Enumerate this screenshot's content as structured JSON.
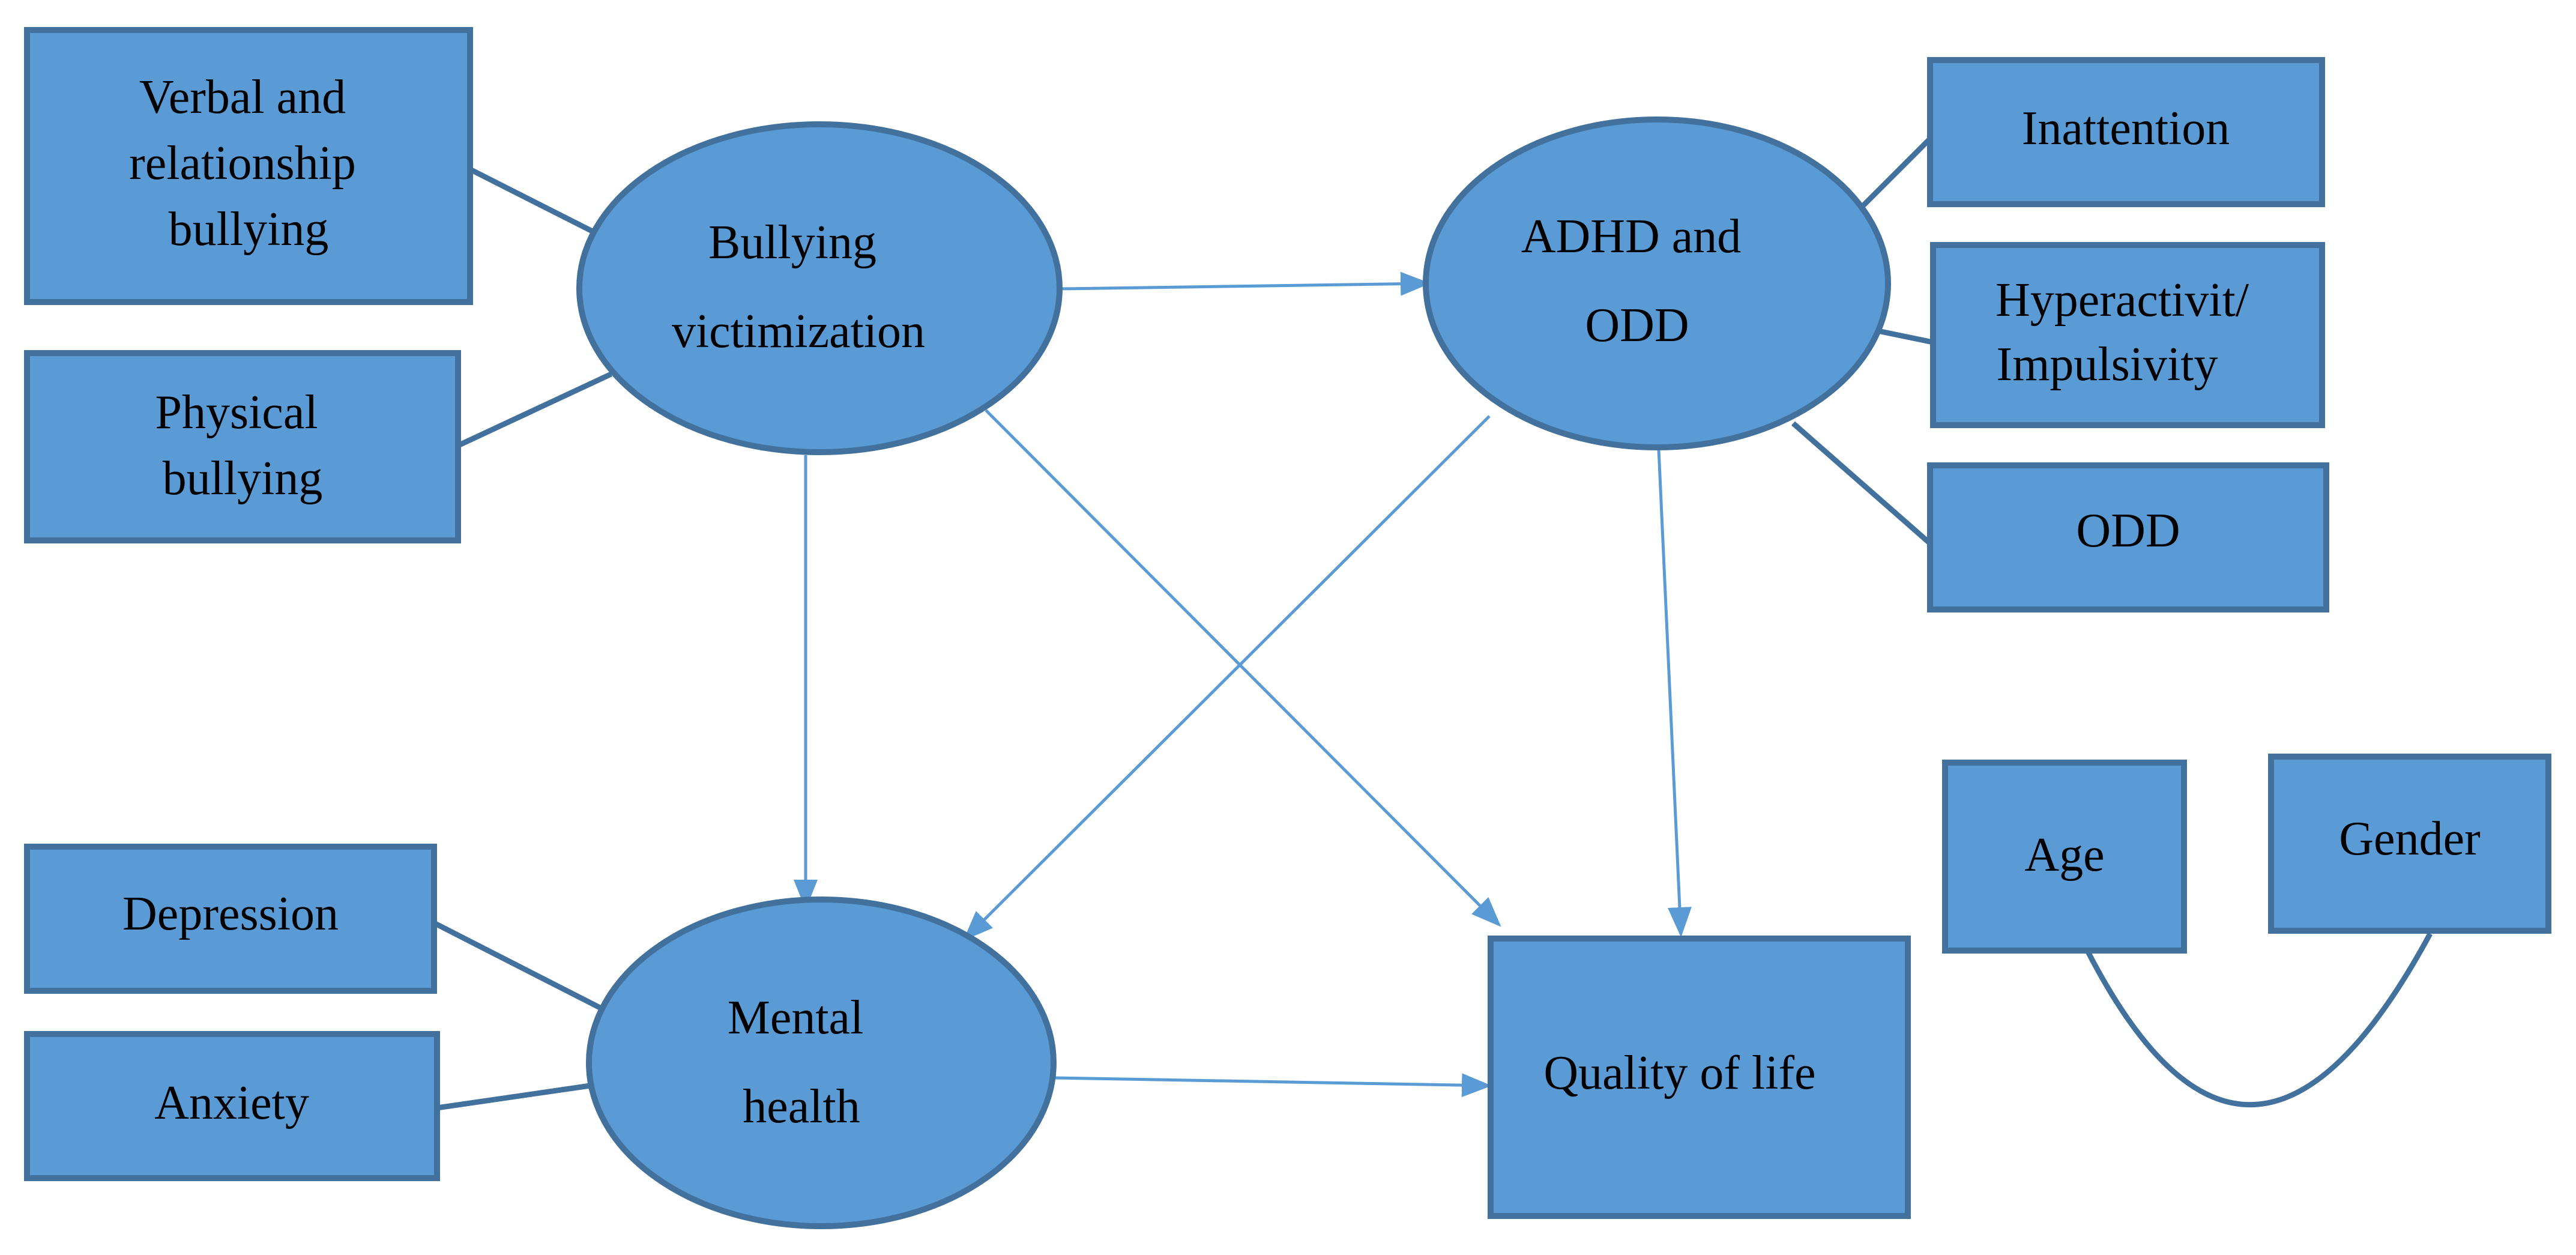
{
  "colors": {
    "node_fill": "#5b9bd5",
    "node_stroke": "#41719c",
    "arrow": "#5b9bd5",
    "indicator_line": "#41719c",
    "text": "#000000",
    "background": "#ffffff"
  },
  "latent": {
    "bullying": [
      "Bullying",
      "victimization"
    ],
    "adhd": [
      "ADHD and",
      "ODD"
    ],
    "mental": [
      "Mental",
      "health"
    ]
  },
  "indicators": {
    "verbal": [
      "Verbal and",
      "relationship",
      "bullying"
    ],
    "physical": [
      "Physical",
      "bullying"
    ],
    "inattention": [
      "Inattention"
    ],
    "hyperactivity": [
      "Hyperactivit/",
      "Impulsivity"
    ],
    "odd": [
      "ODD"
    ],
    "depression": [
      "Depression"
    ],
    "anxiety": [
      "Anxiety"
    ]
  },
  "outcome": {
    "quality": [
      "Quality of life"
    ]
  },
  "covariates": {
    "age": [
      "Age"
    ],
    "gender": [
      "Gender"
    ]
  }
}
